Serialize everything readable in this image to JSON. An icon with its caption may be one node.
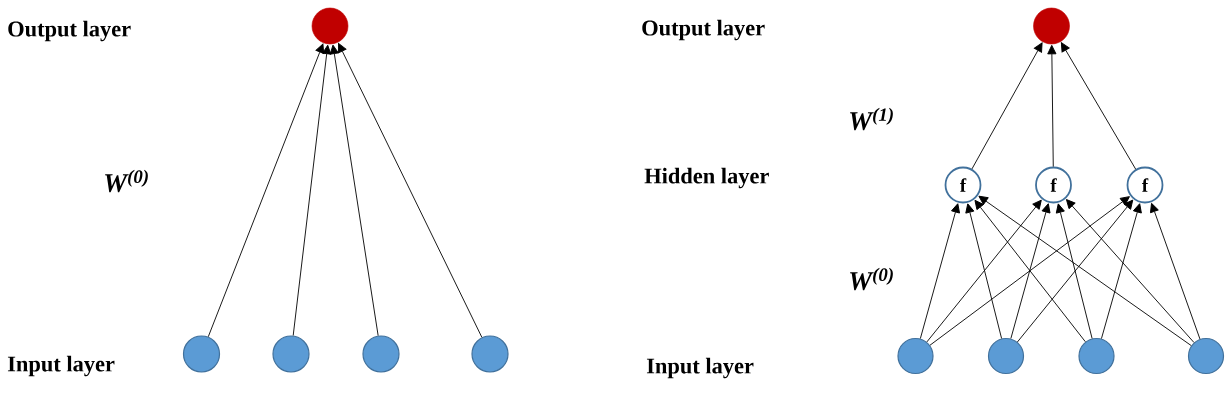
{
  "diagram": {
    "nodes": [
      {
        "text": [],
        "shape": "circle"
      },
      {
        "text": [],
        "shape": "circle"
      },
      {
        "text": [],
        "shape": "circle"
      },
      {
        "text": [],
        "shape": "circle"
      },
      {
        "text": [],
        "shape": "circle"
      },
      {
        "text": [],
        "shape": "circle"
      },
      {
        "text": [
          "f"
        ]
      },
      {
        "text": [
          "f"
        ]
      },
      {
        "text": [
          "f"
        ]
      },
      {
        "text": [],
        "shape": "circle"
      },
      {
        "text": [],
        "shape": "circle"
      },
      {
        "text": [],
        "shape": "circle"
      },
      {
        "text": [],
        "shape": "circle"
      }
    ],
    "edges": [
      {
        "from": 1,
        "to": 0,
        "arrow": "to"
      },
      {
        "from": 2,
        "to": 0,
        "arrow": "to"
      },
      {
        "from": 3,
        "to": 0,
        "arrow": "to"
      },
      {
        "from": 4,
        "to": 0,
        "arrow": "to"
      },
      {
        "from": 6,
        "to": 5,
        "arrow": "to"
      },
      {
        "from": 7,
        "to": 5,
        "arrow": "to"
      },
      {
        "from": 8,
        "to": 5,
        "arrow": "to"
      },
      {
        "from": 9,
        "to": 6,
        "arrow": "to"
      },
      {
        "from": 9,
        "to": 7,
        "arrow": "to"
      },
      {
        "from": 9,
        "to": 8,
        "arrow": "to"
      },
      {
        "from": 10,
        "to": 6,
        "arrow": "to"
      },
      {
        "from": 10,
        "to": 7,
        "arrow": "to"
      },
      {
        "from": 10,
        "to": 8,
        "arrow": "to"
      },
      {
        "from": 11,
        "to": 6,
        "arrow": "to"
      },
      {
        "from": 11,
        "to": 7,
        "arrow": "to"
      },
      {
        "from": 11,
        "to": 8,
        "arrow": "to"
      },
      {
        "from": 12,
        "to": 6,
        "arrow": "to"
      },
      {
        "from": 12,
        "to": 7,
        "arrow": "to"
      },
      {
        "from": 12,
        "to": 8,
        "arrow": "to"
      }
    ],
    "labels": [
      "Output layer",
      "W$^{(0)}$",
      "Input layer",
      "Output layer",
      "W$^{(1)}$",
      "Hidden layer",
      "W$^{(0)}$",
      "Input layer"
    ]
  }
}
